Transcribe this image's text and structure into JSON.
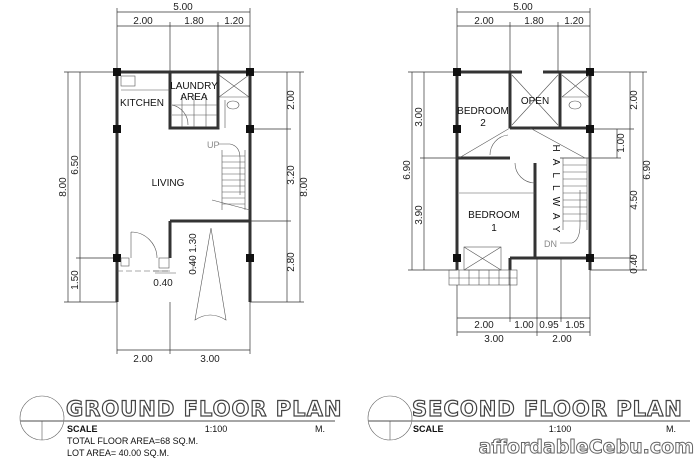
{
  "ground_floor": {
    "title": "GROUND FLOOR PLAN",
    "scale_label": "SCALE",
    "scale": "1:100",
    "unit": "M.",
    "total_floor_area": "TOTAL FLOOR AREA=68 SQ.M.",
    "lot_area": "LOT AREA= 40.00 SQ.M.",
    "rooms": {
      "kitchen": "KITCHEN",
      "laundry_1": "LAUNDRY",
      "laundry_2": "AREA",
      "living": "LIVING",
      "up": "UP"
    },
    "dims": {
      "top_total": "5.00",
      "top": [
        "2.00",
        "1.80",
        "1.20"
      ],
      "left_total": "8.00",
      "left": [
        "6.50",
        "1.50"
      ],
      "right_total": "8.00",
      "right": [
        "2.00",
        "3.20",
        "2.80"
      ],
      "inner": [
        "1.30",
        "0.40",
        "0.40"
      ],
      "bottom": [
        "2.00",
        "3.00"
      ]
    }
  },
  "second_floor": {
    "title": "SECOND FLOOR PLAN",
    "scale_label": "SCALE",
    "scale": "1:100",
    "unit": "M.",
    "rooms": {
      "bedroom2_1": "BEDROOM",
      "bedroom2_2": "2",
      "open": "OPEN",
      "bedroom1_1": "BEDROOM",
      "bedroom1_2": "1",
      "hallway": "HALLWAY",
      "dn": "DN"
    },
    "dims": {
      "top_total": "5.00",
      "top": [
        "2.00",
        "1.80",
        "1.20"
      ],
      "left_total": "6.90",
      "left": [
        "3.00",
        "3.90"
      ],
      "right_total": "6.90",
      "right": [
        "2.00",
        "1.00",
        "4.50",
        "0.40"
      ],
      "bottom_a": [
        "2.00",
        "1.00",
        "0.95",
        "1.05"
      ],
      "bottom_b": [
        "3.00",
        "2.00"
      ]
    }
  },
  "watermark": "affordableCebu.com"
}
